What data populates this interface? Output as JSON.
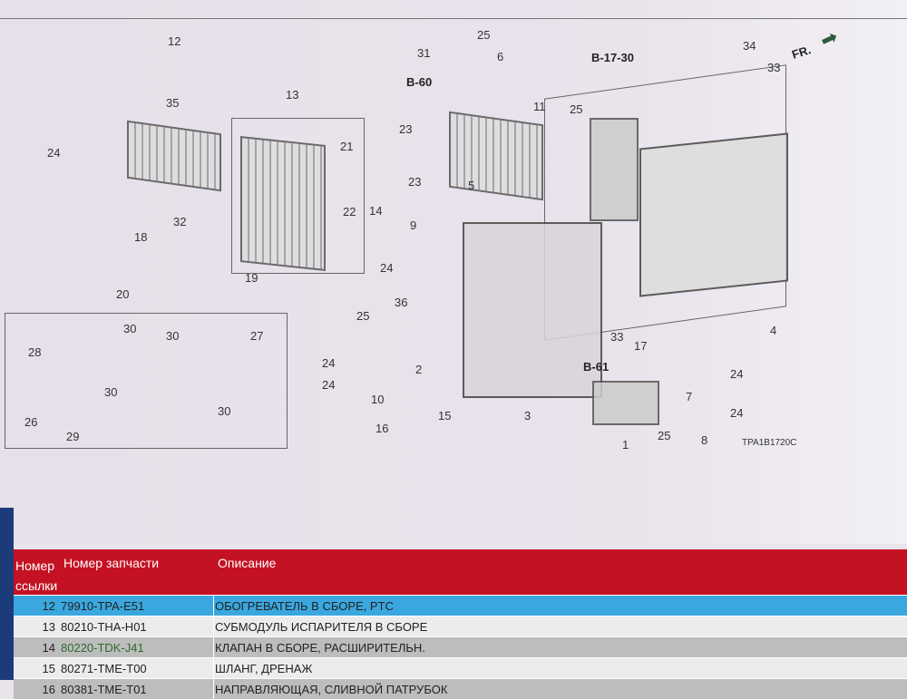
{
  "diagram": {
    "labels": [
      "12",
      "35",
      "24",
      "13",
      "21",
      "22",
      "32",
      "18",
      "19",
      "20",
      "30",
      "30",
      "27",
      "28",
      "30",
      "26",
      "29",
      "30",
      "31",
      "25",
      "6",
      "11",
      "23",
      "23",
      "14",
      "5",
      "9",
      "24",
      "36",
      "25",
      "24",
      "24",
      "10",
      "2",
      "16",
      "15",
      "3",
      "34",
      "33",
      "25",
      "4",
      "33",
      "17",
      "7",
      "24",
      "24",
      "8",
      "1",
      "25"
    ],
    "refs": [
      "B-17-30",
      "B-60",
      "B-61"
    ],
    "front_marker": "FR.",
    "diagram_code": "TPA1B1720C"
  },
  "table": {
    "headers": {
      "ref": "Номер ссылки",
      "part": "Номер запчасти",
      "desc": "Описание"
    },
    "rows": [
      {
        "ref": "12",
        "part": "79910-TPA-E51",
        "desc": "ОБОГРЕВАТЕЛЬ В СБОРЕ, PTC",
        "selected": true
      },
      {
        "ref": "13",
        "part": "80210-THA-H01",
        "desc": "СУБМОДУЛЬ ИСПАРИТЕЛЯ В СБОРЕ"
      },
      {
        "ref": "14",
        "part": "80220-TDK-J41",
        "desc": "КЛАПАН В СБОРЕ, РАСШИРИТЕЛЬН."
      },
      {
        "ref": "15",
        "part": "80271-TME-T00",
        "desc": "ШЛАНГ, ДРЕНАЖ"
      },
      {
        "ref": "16",
        "part": "80381-TME-T01",
        "desc": "НАПРАВЛЯЮЩАЯ, СЛИВНОЙ ПАТРУБОК"
      }
    ]
  }
}
